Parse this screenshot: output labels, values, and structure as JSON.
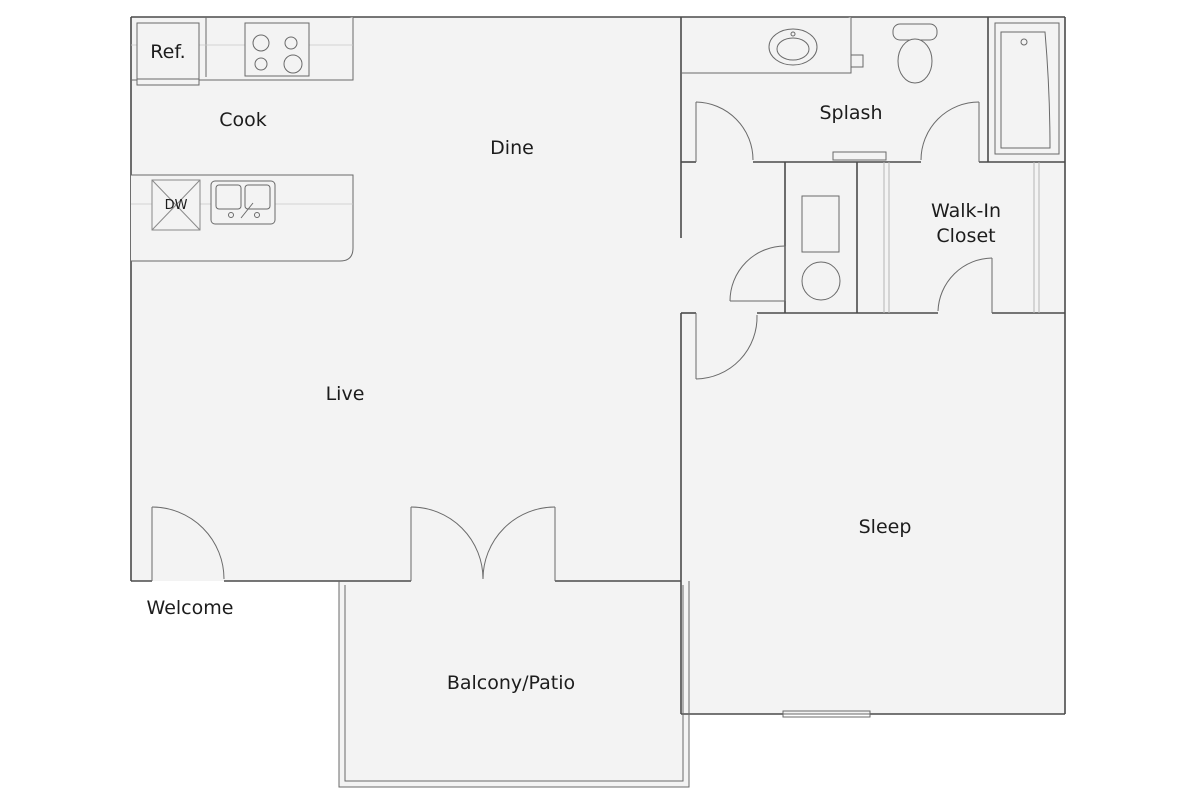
{
  "plan": {
    "rooms": {
      "cook": "Cook",
      "dine": "Dine",
      "live": "Live",
      "splash": "Splash",
      "walk_in_closet": "Walk-In\nCloset",
      "sleep": "Sleep",
      "balcony_patio": "Balcony/Patio",
      "welcome": "Welcome"
    },
    "fixtures": {
      "refrigerator": "Ref.",
      "dishwasher": "DW"
    }
  }
}
